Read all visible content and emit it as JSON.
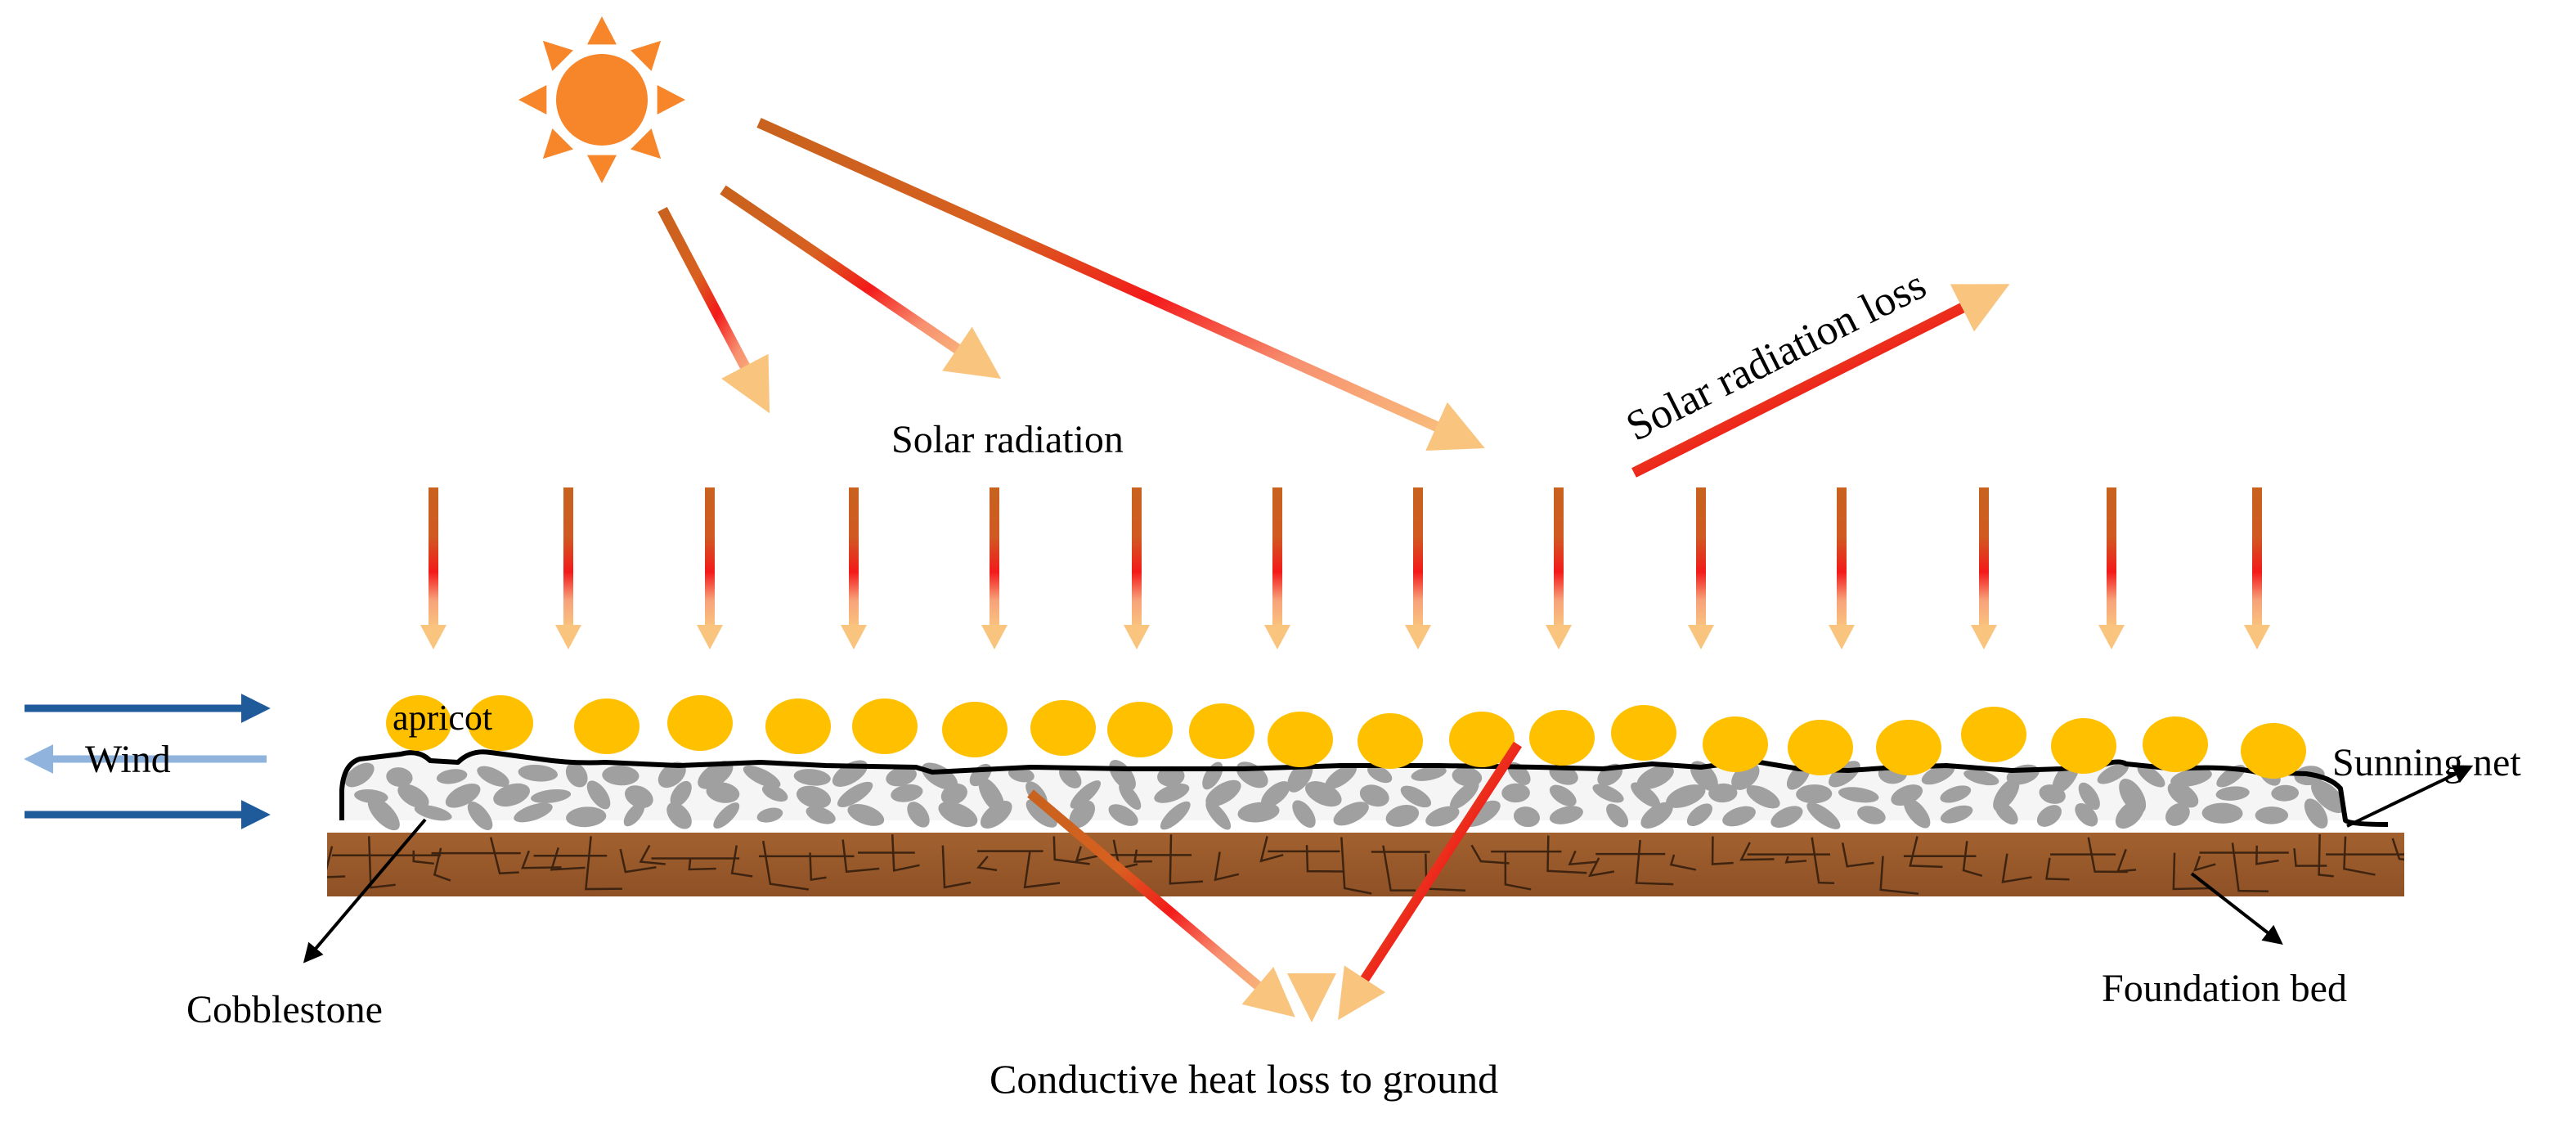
{
  "labels": {
    "solar_radiation": "Solar radiation",
    "solar_radiation_loss": "Solar radiation loss",
    "wind": "Wind",
    "apricot": "apricot",
    "sunning_net": "Sunning net",
    "cobblestone": "Cobblestone",
    "foundation_bed": "Foundation bed",
    "conductive_heat_loss": "Conductive heat loss to ground"
  },
  "colors": {
    "sun": "#F7852A",
    "ray_start": "#C8621E",
    "ray_mid": "#F31A1A",
    "ray_end": "#F9C47E",
    "apricot": "#FFC000",
    "cobble": "#A0A0A0",
    "foundation": "#9A5A2C",
    "wind_dark": "#1F5A9B",
    "wind_light": "#8FB3DC"
  },
  "icons": [
    "sun-icon",
    "wind-arrow-icon"
  ]
}
